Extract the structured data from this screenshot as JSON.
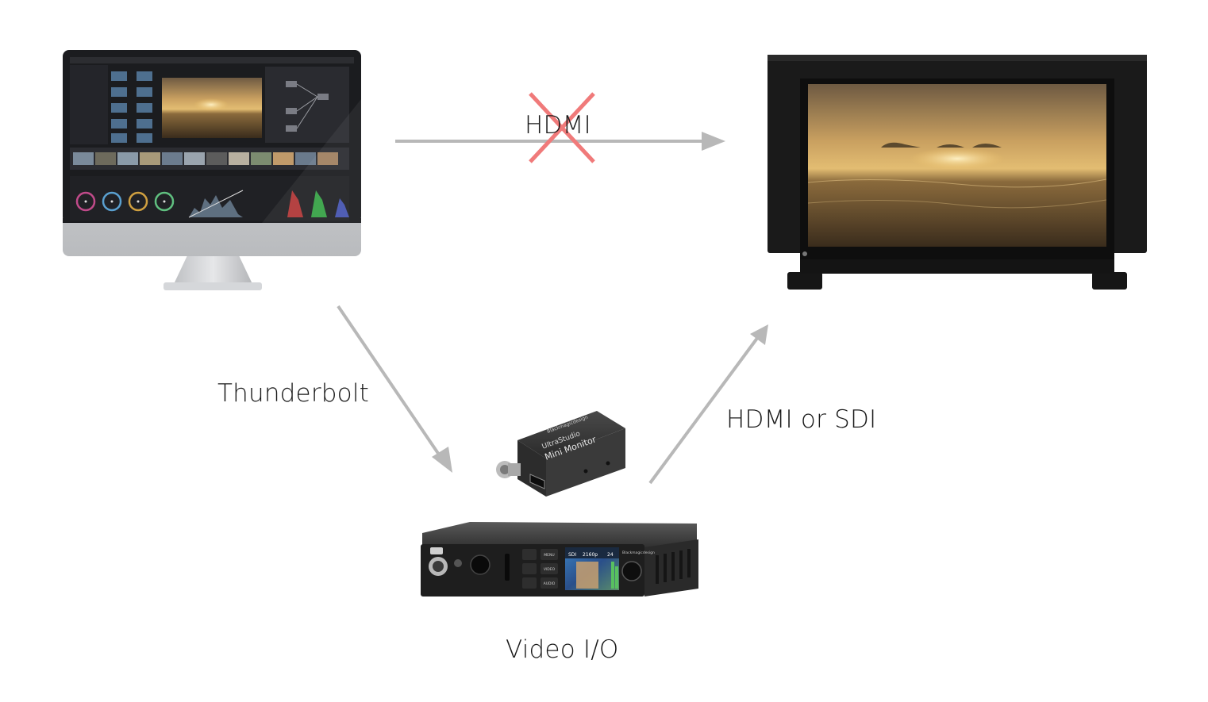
{
  "labels": {
    "hdmi": "HDMI",
    "thunderbolt": "Thunderbolt",
    "hdmi_or_sdi": "HDMI or SDI",
    "video_io": "Video I/O"
  },
  "mini_monitor": {
    "brand": "Blackmagicdesign",
    "product_line": "UltraStudio",
    "model": "Mini Monitor"
  },
  "rack_unit": {
    "brand": "Blackmagicdesign",
    "buttons": [
      "MENU",
      "VIDEO",
      "AUDIO"
    ],
    "screen_primary": "SDI",
    "screen_secondary": "2160p",
    "screen_rate": "24"
  },
  "colors": {
    "arrow": "#b8b8b8",
    "cross": "#f07a7a",
    "imac_body": "#c9cbce",
    "screen_bezel": "#1a1a1a"
  },
  "icons": {
    "cross": "x-mark-icon",
    "arrow": "arrow-icon"
  }
}
